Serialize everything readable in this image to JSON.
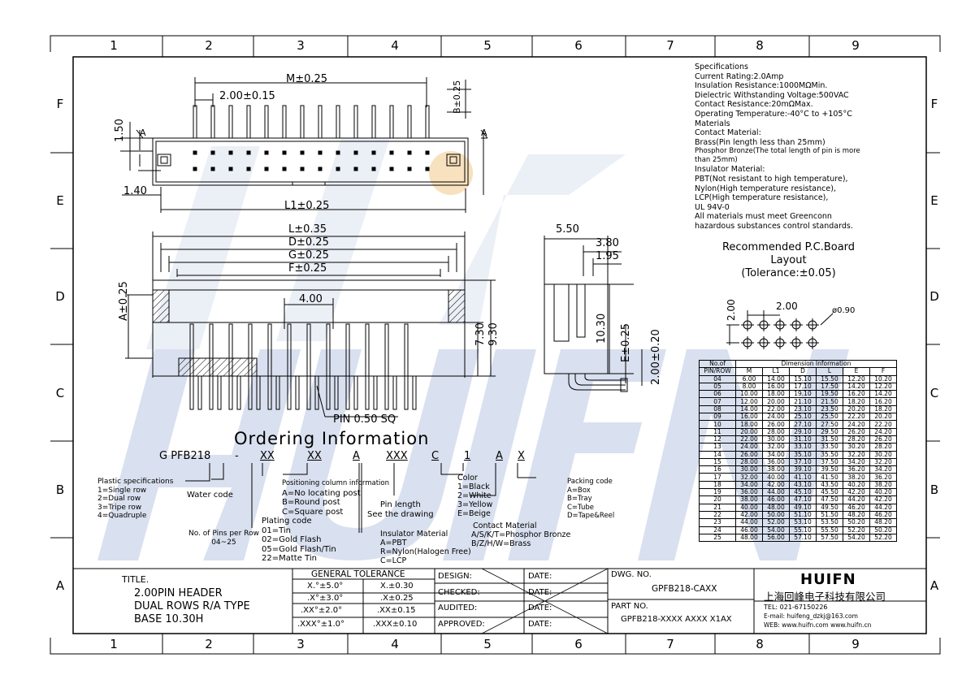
{
  "zones": {
    "columns": [
      "1",
      "2",
      "3",
      "4",
      "5",
      "6",
      "7",
      "8",
      "9"
    ],
    "rows": [
      "F",
      "E",
      "D",
      "C",
      "B",
      "A"
    ]
  },
  "watermark": {
    "text": "HUIFN",
    "color": "#c9d3e8"
  },
  "specifications": {
    "lines": [
      "Specifications",
      "Current Rating:2.0Amp",
      "Insulation Resistance:1000MΩMin.",
      "Dielectric Withstanding Voltage:500VAC",
      "Contact Resistance:20mΩMax.",
      "Operating Temperature:-40°C to +105°C",
      "Materials",
      "Contact Material:",
      "Brass(Pin length less than 25mm)"
    ],
    "small_lines": [
      "Phosphor Bronze(The total length of pin is more",
      "than 25mm)"
    ],
    "lines2": [
      "Insulator Material:",
      "PBT(Not resistant to high temperature),",
      "Nylon(High temperature resistance),",
      "LCP(High temperature resistance),",
      "UL 94V-0",
      "All materials must meet Greenconn",
      "hazardous substances control standards."
    ]
  },
  "pcb": {
    "title_lines": [
      "Recommended P.C.Board",
      "Layout",
      "(Tolerance:±0.05)"
    ],
    "pitch_x": "2.00",
    "pitch_y": "2.00",
    "hole": "ø0.90"
  },
  "dimension_table": {
    "row_header": [
      "No.of",
      "PIN/ROW"
    ],
    "group_header": "Dimension Information",
    "columns": [
      "M",
      "L1",
      "D",
      "L",
      "E",
      "F"
    ],
    "rows": [
      [
        "04",
        "6.00",
        "14.00",
        "15.10",
        "15.50",
        "12.20",
        "10.20"
      ],
      [
        "05",
        "8.00",
        "16.00",
        "17.10",
        "17.50",
        "14.20",
        "12.20"
      ],
      [
        "06",
        "10.00",
        "18.00",
        "19.10",
        "19.50",
        "16.20",
        "14.20"
      ],
      [
        "07",
        "12.00",
        "20.00",
        "21.10",
        "21.50",
        "18.20",
        "16.20"
      ],
      [
        "08",
        "14.00",
        "22.00",
        "23.10",
        "23.50",
        "20.20",
        "18.20"
      ],
      [
        "09",
        "16.00",
        "24.00",
        "25.10",
        "25.50",
        "22.20",
        "20.20"
      ],
      [
        "10",
        "18.00",
        "26.00",
        "27.10",
        "27.50",
        "24.20",
        "22.20"
      ],
      [
        "11",
        "20.00",
        "28.00",
        "29.10",
        "29.50",
        "26.20",
        "24.20"
      ],
      [
        "12",
        "22.00",
        "30.00",
        "31.10",
        "31.50",
        "28.20",
        "26.20"
      ],
      [
        "13",
        "24.00",
        "32.00",
        "33.10",
        "33.50",
        "30.20",
        "28.20"
      ],
      [
        "14",
        "26.00",
        "34.00",
        "35.10",
        "35.50",
        "32.20",
        "30.20"
      ],
      [
        "15",
        "28.00",
        "36.00",
        "37.10",
        "37.50",
        "34.20",
        "32.20"
      ],
      [
        "16",
        "30.00",
        "38.00",
        "39.10",
        "39.50",
        "36.20",
        "34.20"
      ],
      [
        "17",
        "32.00",
        "40.00",
        "41.10",
        "41.50",
        "38.20",
        "36.20"
      ],
      [
        "18",
        "34.00",
        "42.00",
        "43.10",
        "43.50",
        "40.20",
        "38.20"
      ],
      [
        "19",
        "36.00",
        "44.00",
        "45.10",
        "45.50",
        "42.20",
        "40.20"
      ],
      [
        "20",
        "38.00",
        "46.00",
        "47.10",
        "47.50",
        "44.20",
        "42.20"
      ],
      [
        "21",
        "40.00",
        "48.00",
        "49.10",
        "49.50",
        "46.20",
        "44.20"
      ],
      [
        "22",
        "42.00",
        "50.00",
        "51.10",
        "51.50",
        "48.20",
        "46.20"
      ],
      [
        "23",
        "44.00",
        "52.00",
        "53.10",
        "53.50",
        "50.20",
        "48.20"
      ],
      [
        "24",
        "46.00",
        "54.00",
        "55.10",
        "55.50",
        "52.20",
        "50.20"
      ],
      [
        "25",
        "48.00",
        "56.00",
        "57.10",
        "57.50",
        "54.20",
        "52.20"
      ]
    ]
  },
  "top_view": {
    "m": "M±0.25",
    "pitch": "2.00±0.15",
    "b": "B±0.25",
    "h": "1.50",
    "edge": "1.40",
    "l1": "L1±0.25",
    "section_left": "A",
    "section_right": "A"
  },
  "front_view": {
    "l": "L±0.35",
    "d": "D±0.25",
    "g": "G±0.25",
    "f": "F±0.25",
    "a": "A±0.25",
    "gap": "4.00",
    "h1": "7.30",
    "h2": "9.30",
    "pin": "PIN 0.50 SQ"
  },
  "side_view": {
    "w1": "5.50",
    "w2": "3.80",
    "w3": "1.95",
    "h": "10.30",
    "e": "E±0.25",
    "p": "2.00±0.20"
  },
  "ordering": {
    "title": "Ordering Information",
    "code": [
      "G PFB218",
      "-",
      "XX",
      "XX",
      "A",
      "XXX",
      "C",
      "1",
      "A",
      "X"
    ],
    "plastic": [
      "Plastic specifications",
      "1=Single row",
      "2=Dual row",
      "3=Tripe row",
      "4=Quadruple"
    ],
    "water": "Water code",
    "pins": [
      "No. of Pins per Row",
      "04~25"
    ],
    "plating": [
      "Plating code",
      "01=Tin",
      "02=Gold Flash",
      "05=Gold Flash/Tin",
      "22=Matte Tin"
    ],
    "positioning": [
      "Positioning column information",
      "A=No locating post",
      "B=Round post",
      "C=Square post"
    ],
    "pinlen": [
      "Pin length",
      "See the drawing"
    ],
    "insulator": [
      "Insulator Material",
      "A=PBT",
      "R=Nylon(Halogen Free)",
      "C=LCP"
    ],
    "color": [
      "Color",
      "1=Black",
      "2=White",
      "3=Yellow",
      "E=Beige"
    ],
    "contact": [
      "Contact Material",
      "A/S/K/T=Phosphor Bronze",
      "B/Z/H/W=Brass"
    ],
    "packing": [
      "Packing code",
      "A=Box",
      "B=Tray",
      "C=Tube",
      "D=Tape&Reel"
    ]
  },
  "title_block": {
    "title_label": "TITLE.",
    "title_lines": [
      "2.00PIN HEADER",
      "DUAL ROWS R/A TYPE",
      "BASE 10.30H"
    ],
    "tolerance_header": "GENERAL TOLERANCE",
    "tolerances": [
      [
        "X.°±5.0°",
        "X.±0.30"
      ],
      [
        ".X°±3.0°",
        ".X±0.25"
      ],
      [
        ".XX°±2.0°",
        ".XX±0.15"
      ],
      [
        ".XXX°±1.0°",
        ".XXX±0.10"
      ]
    ],
    "roles": [
      "DESIGN:",
      "CHECKED:",
      "AUDITED:",
      "APPROVED:"
    ],
    "date": "DATE:",
    "dwg_label": "DWG. NO.",
    "dwg_no": "GPFB218-CAXX",
    "part_label": "PART NO.",
    "part_no": "GPFB218-XXXX AXXX X1AX",
    "company_logo": "HUIFN",
    "company": "上海回峰电子科技有限公司",
    "tel": "TEL: 021-67150226",
    "email": "E-mail: huifeng_dzkj@163.com",
    "web": "WEB: www.huifn.com  www.huifn.cn"
  }
}
